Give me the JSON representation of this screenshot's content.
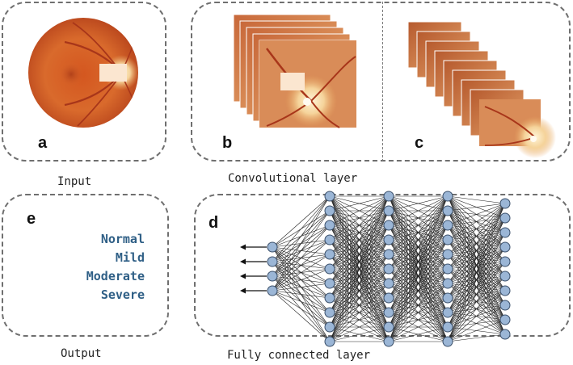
{
  "panels": {
    "a": {
      "letter": "a",
      "caption": "Input"
    },
    "b": {
      "letter": "b"
    },
    "c": {
      "letter": "c"
    },
    "conv_caption": "Convolutional layer",
    "d": {
      "letter": "d",
      "caption": "Fully connected layer"
    },
    "e": {
      "letter": "e",
      "caption": "Output"
    }
  },
  "output_classes": [
    "Normal",
    "Mild",
    "Moderate",
    "Severe"
  ],
  "network": {
    "layer_sizes": [
      4,
      11,
      11,
      11,
      10
    ],
    "output_arrows": 4
  },
  "colors": {
    "node_fill": "#9bb6d6",
    "node_stroke": "#3a4f6a",
    "edge": "#222222",
    "class_text": "#2f5f86",
    "fundus": "#d9622a"
  }
}
